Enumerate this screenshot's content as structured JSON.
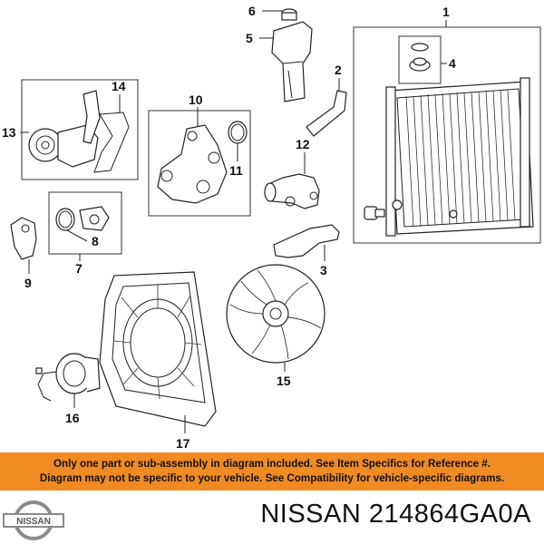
{
  "callouts": {
    "c1": "1",
    "c2": "2",
    "c3": "3",
    "c4": "4",
    "c5": "5",
    "c6": "6",
    "c7": "7",
    "c8": "8",
    "c9": "9",
    "c10": "10",
    "c11": "11",
    "c12": "12",
    "c13": "13",
    "c14": "14",
    "c15": "15",
    "c16": "16",
    "c17": "17"
  },
  "disclaimer": {
    "line1": "Only one part or sub-assembly in diagram included. See Item Specifics for Reference #.",
    "line2": "Diagram may not be specific to your vehicle. See Compatibility for vehicle-specific diagrams."
  },
  "footer": {
    "brand_logo_text": "NISSAN",
    "title": "NISSAN 214864GA0A"
  },
  "colors": {
    "banner": "#f08a23",
    "ink": "#222222"
  }
}
